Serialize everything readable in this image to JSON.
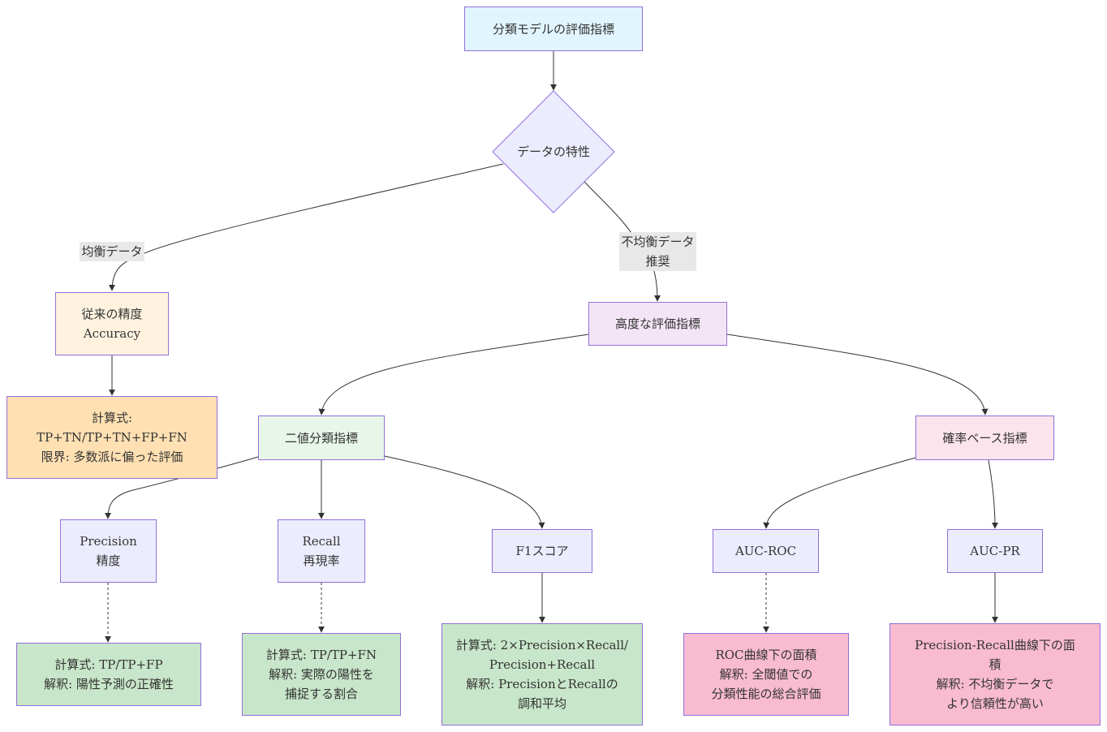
{
  "colors": {
    "title_fill": "#e1f5fe",
    "decision_fill": "#ececff",
    "advanced_fill": "#f3e5f5",
    "accuracy_fill": "#fff3e0",
    "accuracy_detail_fill": "#ffe0b2",
    "binary_fill": "#e8f5e9",
    "prob_fill": "#fce4ec",
    "metric_fill": "#ececff",
    "binary_detail_fill": "#c8e6c9",
    "prob_detail_fill": "#f8bbd0",
    "border": "#9370db",
    "edge": "#333333",
    "label_bg": "#e8e8e8"
  },
  "nodes": {
    "title": {
      "lines": [
        "分類モデルの評価指標"
      ]
    },
    "data_char": {
      "lines": [
        "データの特性"
      ]
    },
    "accuracy": {
      "lines": [
        "従来の精度",
        "Accuracy"
      ]
    },
    "accuracy_detail": {
      "lines": [
        "計算式:",
        "TP+TN/TP+TN+FP+FN",
        "限界: 多数派に偏った評価"
      ]
    },
    "advanced": {
      "lines": [
        "高度な評価指標"
      ]
    },
    "binary": {
      "lines": [
        "二値分類指標"
      ]
    },
    "prob": {
      "lines": [
        "確率ベース指標"
      ]
    },
    "precision": {
      "lines": [
        "Precision",
        "精度"
      ]
    },
    "recall": {
      "lines": [
        "Recall",
        "再現率"
      ]
    },
    "f1": {
      "lines": [
        "F1スコア"
      ]
    },
    "aucroc": {
      "lines": [
        "AUC-ROC"
      ]
    },
    "aucpr": {
      "lines": [
        "AUC-PR"
      ]
    },
    "precision_detail": {
      "lines": [
        "計算式: TP/TP+FP",
        "解釈: 陽性予測の正確性"
      ]
    },
    "recall_detail": {
      "lines": [
        "計算式: TP/TP+FN",
        "解釈: 実際の陽性を",
        "捕捉する割合"
      ]
    },
    "f1_detail": {
      "lines": [
        "計算式: 2×Precision×Recall/",
        "Precision+Recall",
        "解釈: PrecisionとRecallの",
        "調和平均"
      ]
    },
    "aucroc_detail": {
      "lines": [
        "ROC曲線下の面積",
        "解釈: 全閾値での",
        "分類性能の総合評価"
      ]
    },
    "aucpr_detail": {
      "lines": [
        "Precision-Recall曲線下の面",
        "積",
        "解釈: 不均衡データで",
        "より信頼性が高い"
      ]
    }
  },
  "edge_labels": {
    "balanced": {
      "lines": [
        "均衡データ"
      ]
    },
    "imbalanced": {
      "lines": [
        "不均衡データ",
        "推奨"
      ]
    }
  }
}
